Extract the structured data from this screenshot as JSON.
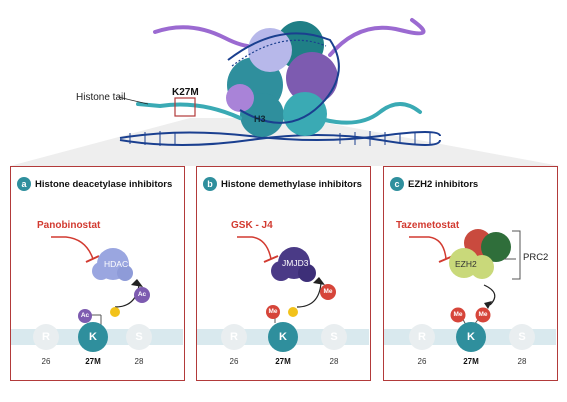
{
  "top": {
    "histone_tail_label": "Histone tail",
    "mutation_label": "K27M",
    "histone_label": "H3"
  },
  "panels": [
    {
      "letter": "a",
      "title": "Histone deacetylase inhibitors",
      "drug": "Panobinostat",
      "enzyme": "HDAC",
      "marks": [
        "Ac",
        "Ac"
      ],
      "residues": [
        "R",
        "K",
        "S"
      ],
      "positions": [
        "26",
        "27M",
        "28"
      ]
    },
    {
      "letter": "b",
      "title": "Histone demethylase inhibitors",
      "drug": "GSK - J4",
      "enzyme": "JMJD3",
      "marks": [
        "Me",
        "Me"
      ],
      "residues": [
        "R",
        "K",
        "S"
      ],
      "positions": [
        "26",
        "27M",
        "28"
      ]
    },
    {
      "letter": "c",
      "title": "EZH2 inhibitors",
      "drug": "Tazemetostat",
      "enzyme": "EZH2",
      "complex": "PRC2",
      "marks": [
        "Me",
        "Me"
      ],
      "residues": [
        "R",
        "K",
        "S"
      ],
      "positions": [
        "26",
        "27M",
        "28"
      ]
    }
  ],
  "colors": {
    "panel_border": "#b23a3a",
    "inhibitor_red": "#d23a30",
    "lysine_teal": "#2f8f9d",
    "acetyl_purple": "#7d5bb0",
    "methyl_red": "#d6453a",
    "hdac_lavender": "#9aa6e0",
    "jmjd3_purple": "#4a3a86",
    "ezh2_green": "#c9d97a",
    "dna_blue": "#1a3f8f"
  }
}
